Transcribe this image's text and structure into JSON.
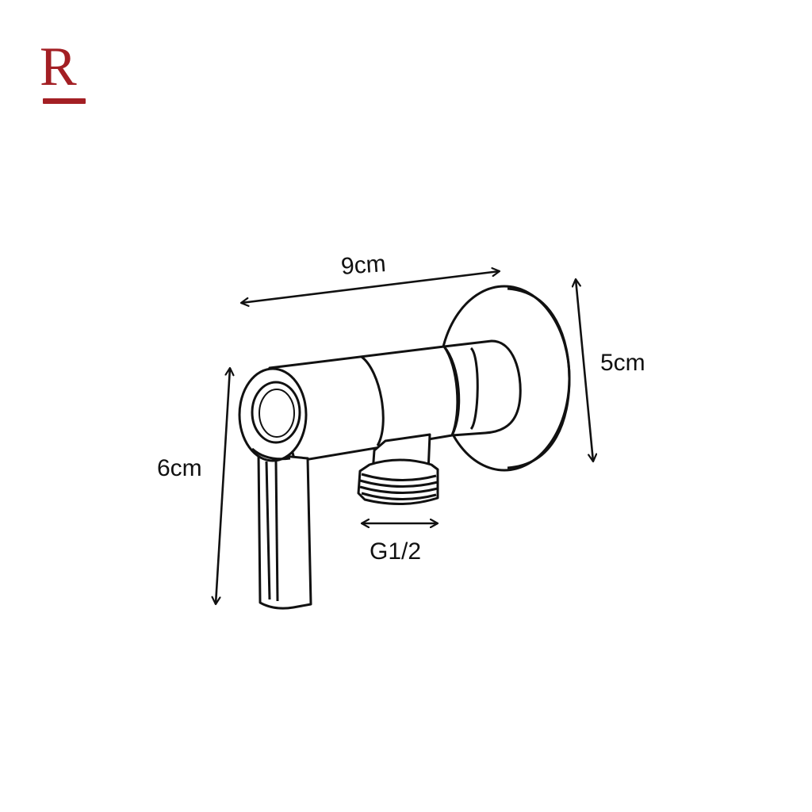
{
  "brand": {
    "logo_letter": "R",
    "color": "#a31f24"
  },
  "dimensions": {
    "width": "9cm",
    "height": "5cm",
    "handle_length": "6cm",
    "thread": "G1/2"
  },
  "colors": {
    "line": "#111111",
    "background": "#ffffff"
  }
}
